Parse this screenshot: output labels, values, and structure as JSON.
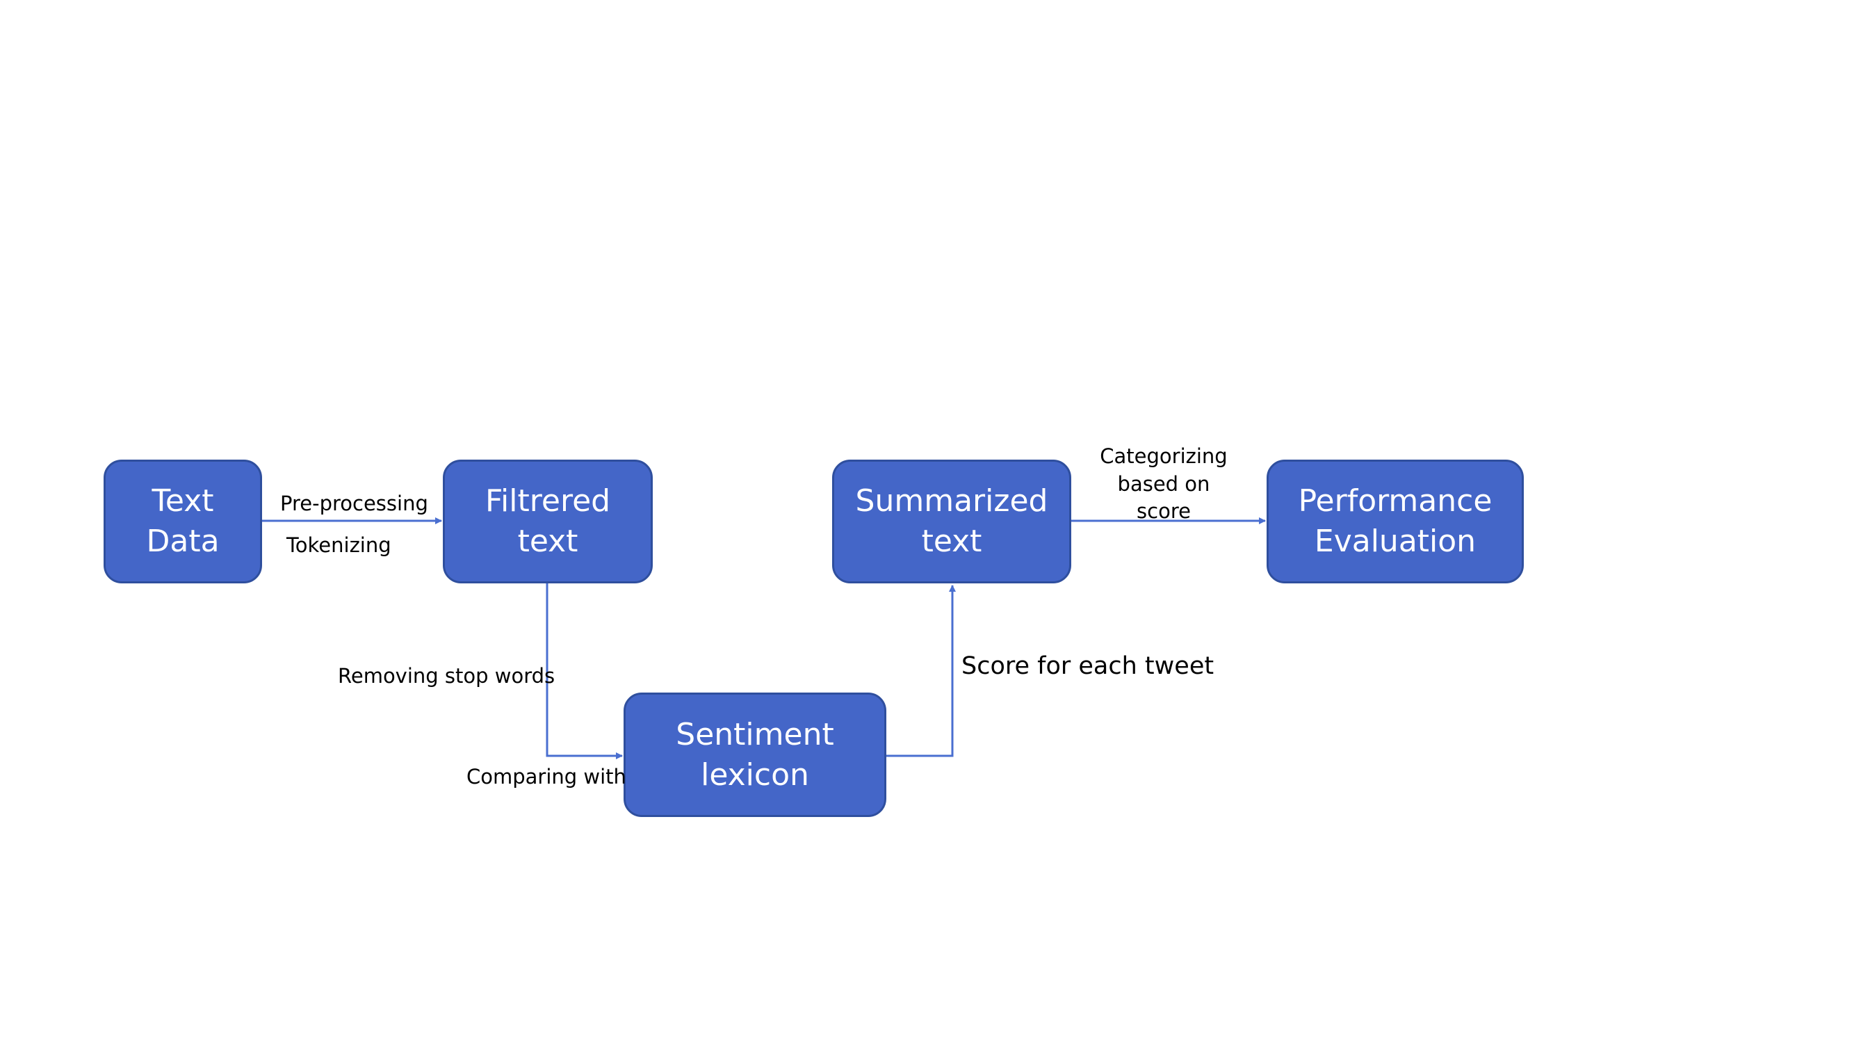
{
  "colors": {
    "node_fill": "#4466c8",
    "node_border": "#2f4f9e",
    "node_text": "#ffffff",
    "connector": "#4a6fd0",
    "label_text": "#000000"
  },
  "nodes": {
    "text_data": {
      "line1": "Text",
      "line2": "Data"
    },
    "filtered_text": {
      "line1": "Filtrered",
      "line2": "text"
    },
    "sentiment_lexicon": {
      "line1": "Sentiment",
      "line2": "lexicon"
    },
    "summarized_text": {
      "line1": "Summarized",
      "line2": "text"
    },
    "performance_evaluation": {
      "line1": "Performance",
      "line2": "Evaluation"
    }
  },
  "edge_labels": {
    "pre_processing": "Pre-processing",
    "tokenizing": "Tokenizing",
    "removing_stop_words": "Removing stop words",
    "comparing_with": "Comparing with",
    "score_for_each_tweet": "Score for each tweet",
    "categorizing_line1": "Categorizing",
    "categorizing_line2": "based on",
    "categorizing_line3": "score"
  }
}
